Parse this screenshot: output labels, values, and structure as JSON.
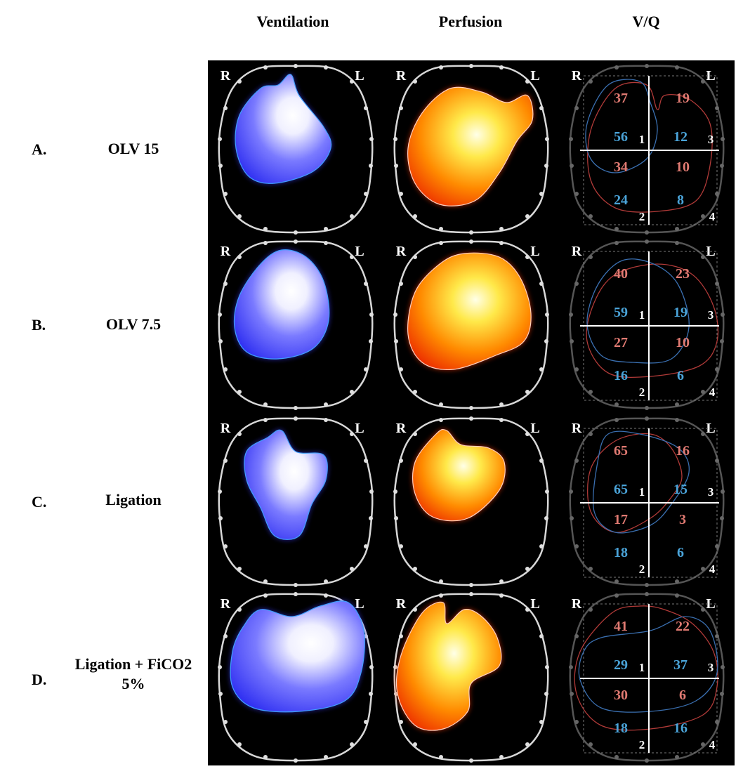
{
  "column_headers": {
    "ventilation": "Ventilation",
    "perfusion": "Perfusion",
    "vq": "V/Q"
  },
  "side_labels": {
    "right": "R",
    "left": "L"
  },
  "quadrant_numbers": [
    "1",
    "2",
    "3",
    "4"
  ],
  "colors": {
    "ventilation": "#3b3bff",
    "perfusion": "#ff3a00",
    "ventilation_value": "#4aa3d8",
    "perfusion_value": "#e07a72",
    "quadrant_number": "#ffffff"
  },
  "rows": [
    {
      "letter": "A.",
      "label": "OLV 15",
      "vq": {
        "perfusion_values": [
          "37",
          "19",
          "34",
          "10"
        ],
        "ventilation_values": [
          "56",
          "12",
          "24",
          "8"
        ]
      }
    },
    {
      "letter": "B.",
      "label": "OLV 7.5",
      "vq": {
        "perfusion_values": [
          "40",
          "23",
          "27",
          "10"
        ],
        "ventilation_values": [
          "59",
          "19",
          "16",
          "6"
        ]
      }
    },
    {
      "letter": "C.",
      "label": "Ligation",
      "vq": {
        "perfusion_values": [
          "65",
          "16",
          "17",
          "3"
        ],
        "ventilation_values": [
          "65",
          "15",
          "18",
          "6"
        ]
      }
    },
    {
      "letter": "D.",
      "label": "Ligation + FiCO2 5%",
      "vq": {
        "perfusion_values": [
          "41",
          "22",
          "30",
          "6"
        ],
        "ventilation_values": [
          "29",
          "37",
          "18",
          "16"
        ]
      }
    }
  ]
}
